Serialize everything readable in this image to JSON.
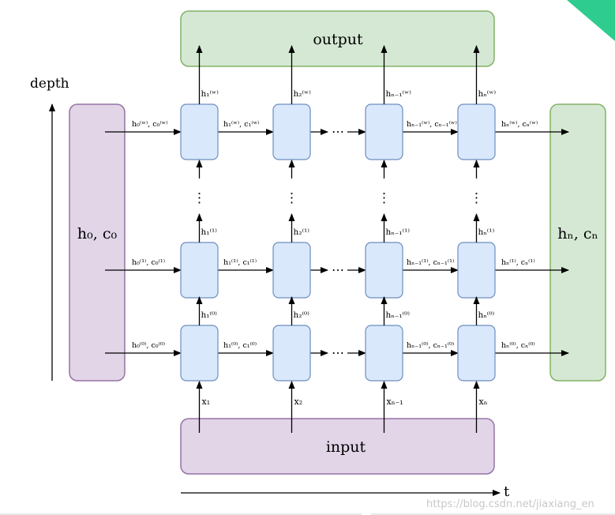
{
  "output_label": "output",
  "input_label": "input",
  "depth_label": "depth",
  "time_label": "t",
  "initial_state_label": "h₀, c₀",
  "final_state_label": "hₙ, cₙ",
  "dots": "⋯",
  "vertical_dots": "⋮",
  "columns": [
    {
      "idx": "1",
      "x_label": "x₁"
    },
    {
      "idx": "2",
      "x_label": "x₂"
    },
    {
      "idx": "n−1",
      "x_label": "xₙ₋₁"
    },
    {
      "idx": "n",
      "x_label": "xₙ"
    }
  ],
  "layers": [
    {
      "sup": "(w)"
    },
    {
      "sup": "(1)"
    },
    {
      "sup": "(0)"
    }
  ],
  "state_pairs": [
    {
      "layer": "(w)",
      "items": [
        "h₀⁽ʷ⁾, c₀⁽ʷ⁾",
        "h₁⁽ʷ⁾, c₁⁽ʷ⁾",
        "hₙ₋₁⁽ʷ⁾, cₙ₋₁⁽ʷ⁾",
        "hₙ⁽ʷ⁾, cₙ⁽ʷ⁾"
      ]
    },
    {
      "layer": "(1)",
      "items": [
        "h₀⁽¹⁾, c₀⁽¹⁾",
        "h₁⁽¹⁾, c₁⁽¹⁾",
        "hₙ₋₁⁽¹⁾, cₙ₋₁⁽¹⁾",
        "hₙ⁽¹⁾, cₙ⁽¹⁾"
      ]
    },
    {
      "layer": "(0)",
      "items": [
        "h₀⁽⁰⁾, c₀⁽⁰⁾",
        "h₁⁽⁰⁾, c₁⁽⁰⁾",
        "hₙ₋₁⁽⁰⁾, cₙ₋₁⁽⁰⁾",
        "hₙ⁽⁰⁾, cₙ⁽⁰⁾"
      ]
    }
  ],
  "hidden_labels": [
    {
      "layer": "(w)",
      "items": [
        "h₁⁽ʷ⁾",
        "h₂⁽ʷ⁾",
        "hₙ₋₁⁽ʷ⁾",
        "hₙ⁽ʷ⁾"
      ]
    },
    {
      "layer": "(1)",
      "items": [
        "h₁⁽¹⁾",
        "h₂⁽¹⁾",
        "hₙ₋₁⁽¹⁾",
        "hₙ⁽¹⁾"
      ]
    },
    {
      "layer": "(0)",
      "items": [
        "h₁⁽⁰⁾",
        "h₂⁽⁰⁾",
        "hₙ₋₁⁽⁰⁾",
        "hₙ⁽⁰⁾"
      ]
    }
  ],
  "watermark": "https://blog.csdn.net/jiaxiang_en",
  "colors": {
    "cell_fill": "#dae8fc",
    "cell_stroke": "#6c8ebf",
    "green_fill": "#d5e8d4",
    "green_stroke": "#82b366",
    "purple_fill": "#e1d5e7",
    "purple_stroke": "#9673a6",
    "corner_accent": "#2ecc8f"
  }
}
